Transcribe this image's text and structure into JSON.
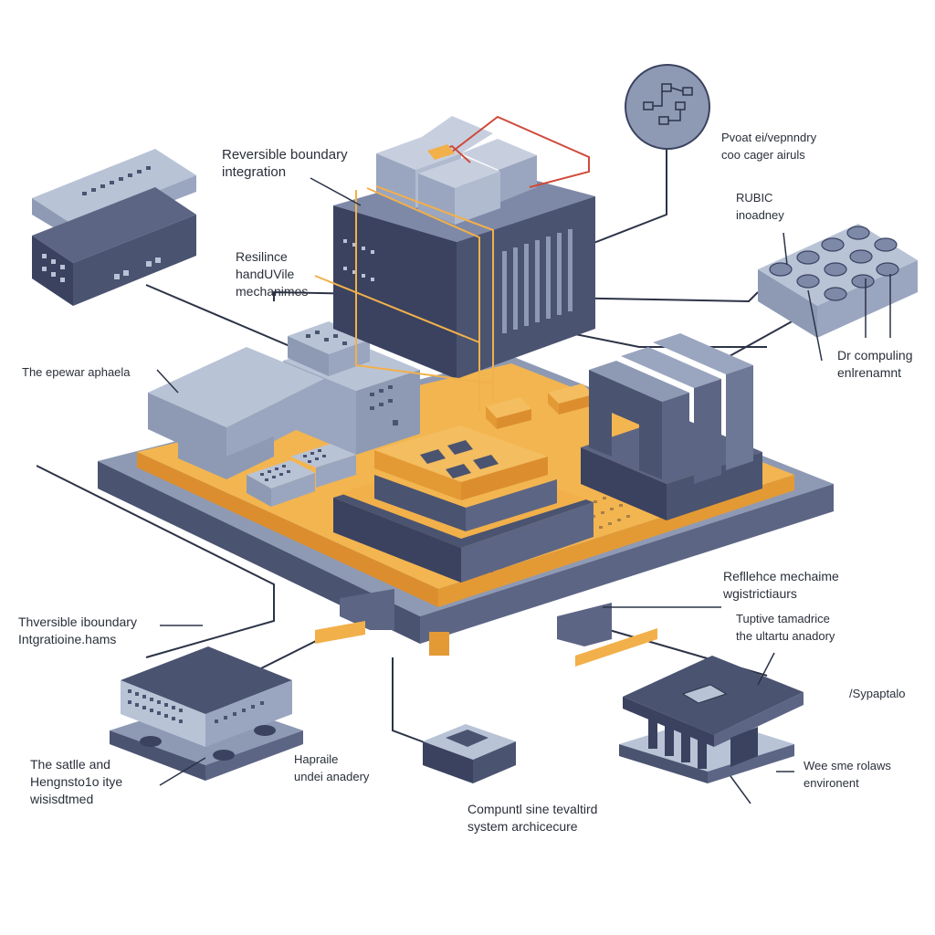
{
  "labels": {
    "reversible_boundary": [
      "Reversible boundary",
      "integration"
    ],
    "resilience_handle": [
      "Resilince",
      "handUVile",
      "mechanimes"
    ],
    "epewar": [
      "The epewar aphaela"
    ],
    "thversible": [
      "Thversible iboundary",
      "Intgratioine.hams"
    ],
    "sattle": [
      "The satlle and",
      "Hengnsto1o itye",
      "wisisdtmed"
    ],
    "hapraile": [
      "Hapraile",
      "undei anadery"
    ],
    "computing_system": [
      "Compuntl sine tevaltird",
      "system archicecure"
    ],
    "pvoat": [
      "Pvoat ei/vepnndry",
      "coo cager airuls"
    ],
    "rubic": [
      "RUBIC",
      "inoadney"
    ],
    "dr_computing": [
      "Dr compuling",
      "enlrenamnt"
    ],
    "reflience": [
      "Refllehce mechaime",
      "wgistrictiaurs"
    ],
    "tuptive": [
      "Tuptive tamadrice",
      "the ultartu anadory"
    ],
    "sypapto": [
      "/Sypaptalo"
    ],
    "wee_sme": [
      "Wee sme rolaws",
      "environent"
    ]
  },
  "colors": {
    "navy": "#4a5370",
    "navy_dark": "#3a4260",
    "slate": "#9aa6bf",
    "slate_light": "#b9c3d6",
    "orange": "#f2b04a",
    "orange_dark": "#e39a35",
    "red_wire": "#d04a3a",
    "line": "#2c3347"
  },
  "icons": [
    "network-globe-icon",
    "chip-icon",
    "server-rack-icon",
    "node-cluster-icon"
  ]
}
